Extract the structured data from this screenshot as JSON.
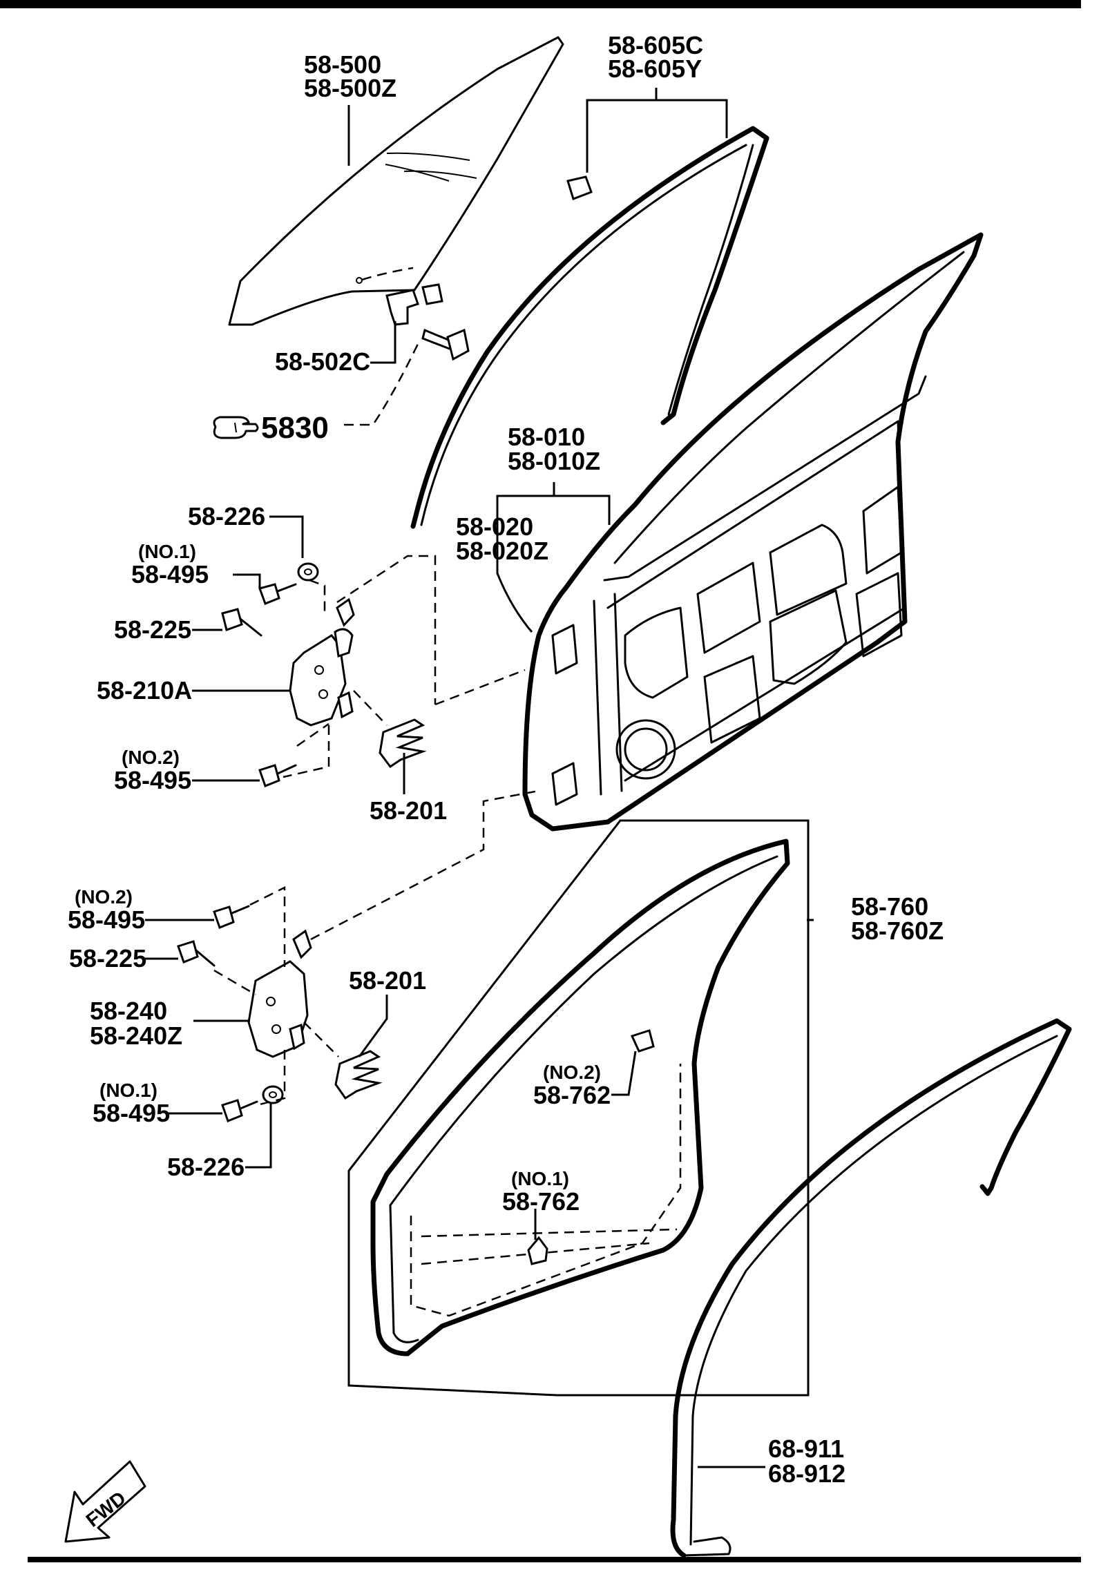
{
  "labels": {
    "glass": [
      "58-500",
      "58-500Z"
    ],
    "glass_mount": "58-502C",
    "reference": "5830",
    "run_channel": [
      "58-605C",
      "58-605Y"
    ],
    "door_shell": [
      "58-010",
      "58-010Z"
    ],
    "door_panel": [
      "58-020",
      "58-020Z"
    ],
    "washer_upper": "58-226",
    "bolt_upper_no1": [
      "(NO.1)",
      "58-495"
    ],
    "bolt_upper_225": "58-225",
    "hinge_upper": "58-210A",
    "bolt_upper_no2": [
      "(NO.2)",
      "58-495"
    ],
    "shim_upper": "58-201",
    "bolt_lower_no2": [
      "(NO.2)",
      "58-495"
    ],
    "bolt_lower_225": "58-225",
    "hinge_lower": [
      "58-240",
      "58-240Z"
    ],
    "shim_lower": "58-201",
    "bolt_lower_no1": [
      "(NO.1)",
      "58-495"
    ],
    "washer_lower": "58-226",
    "weatherstrip": [
      "58-760",
      "58-760Z"
    ],
    "clip_no2": [
      "(NO.2)",
      "58-762"
    ],
    "clip_no1": [
      "(NO.1)",
      "58-762"
    ],
    "seal": [
      "68-911",
      "68-912"
    ],
    "fwd": "FWD"
  },
  "icons": {
    "reference_pointer": "pointing-hand-icon",
    "forward_arrow": "fwd-arrow-icon"
  },
  "colors": {
    "ink": "#000000",
    "paper": "#ffffff"
  }
}
